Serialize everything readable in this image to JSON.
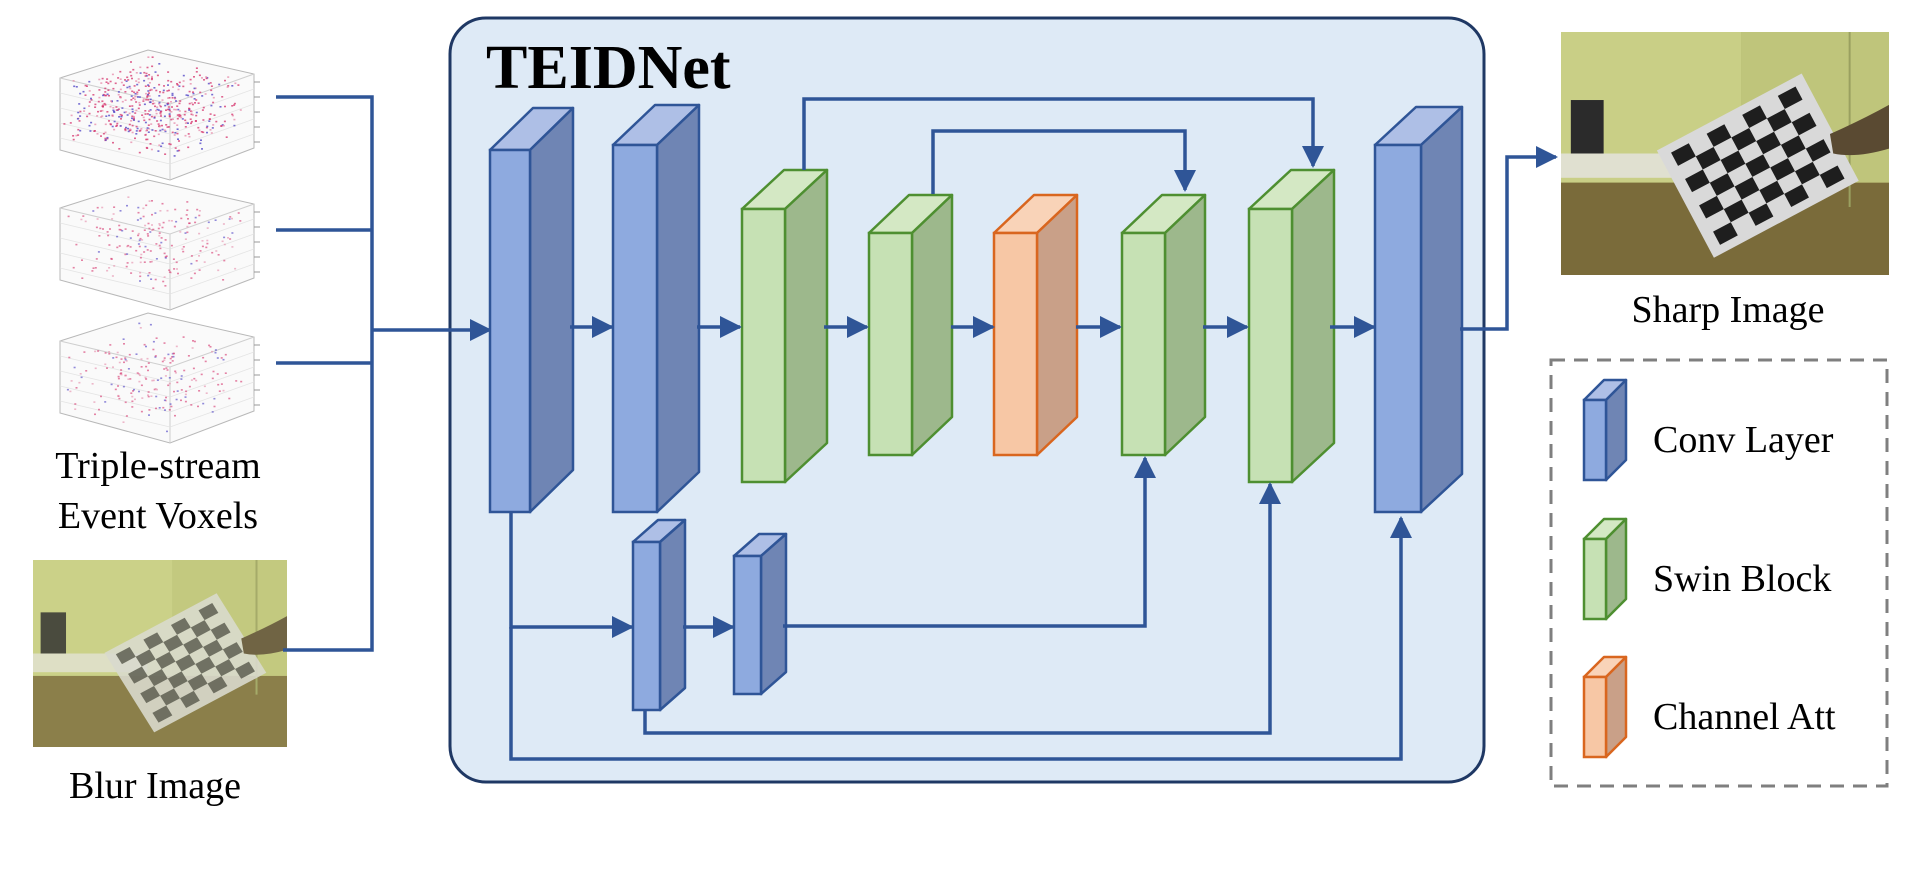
{
  "network_title": "TEIDNet",
  "inputs": {
    "voxels_label_line1": "Triple-stream",
    "voxels_label_line2": "Event Voxels",
    "blur_label": "Blur Image"
  },
  "output": {
    "sharp_label": "Sharp Image"
  },
  "legend": [
    {
      "label": "Conv Layer",
      "type": "conv"
    },
    {
      "label": "Swin Block",
      "type": "swin"
    },
    {
      "label": "Channel Att",
      "type": "att"
    }
  ],
  "colors": {
    "conv_front": "#8eaadf",
    "conv_side": "#6f85b4",
    "conv_top": "#aebfe6",
    "conv_stroke": "#2f5597",
    "swin_front": "#c6e1b4",
    "swin_side": "#9db88c",
    "swin_top": "#d4e8c4",
    "swin_stroke": "#4e8f31",
    "att_front": "#f7c7a5",
    "att_side": "#c9a088",
    "att_top": "#f9d3b8",
    "att_stroke": "#d9661f",
    "arrow": "#2f5597",
    "panel_fill": "#deeaf6",
    "panel_stroke": "#1f3864",
    "legend_border": "#7f7f7f"
  },
  "icons": {
    "voxel_plot": "3d-scatter-voxel-icon",
    "blur_photo": "blurred-checkerboard-photo",
    "sharp_photo": "sharp-checkerboard-photo"
  }
}
